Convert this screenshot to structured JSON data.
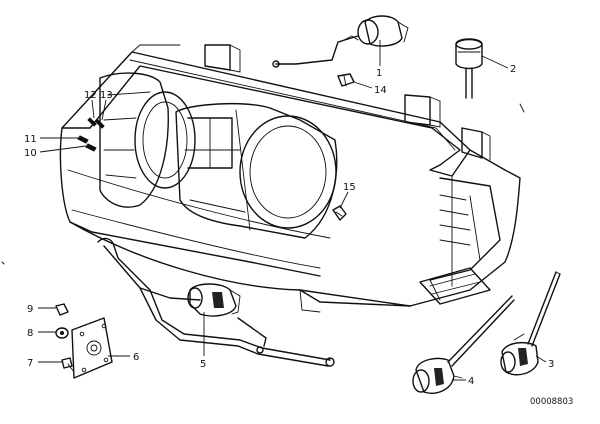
{
  "diagram": {
    "callouts": [
      "1",
      "2",
      "3",
      "4",
      "5",
      "6",
      "7",
      "8",
      "9",
      "10",
      "11",
      "12",
      "13",
      "14",
      "15"
    ],
    "drawing_code": "00008803"
  }
}
